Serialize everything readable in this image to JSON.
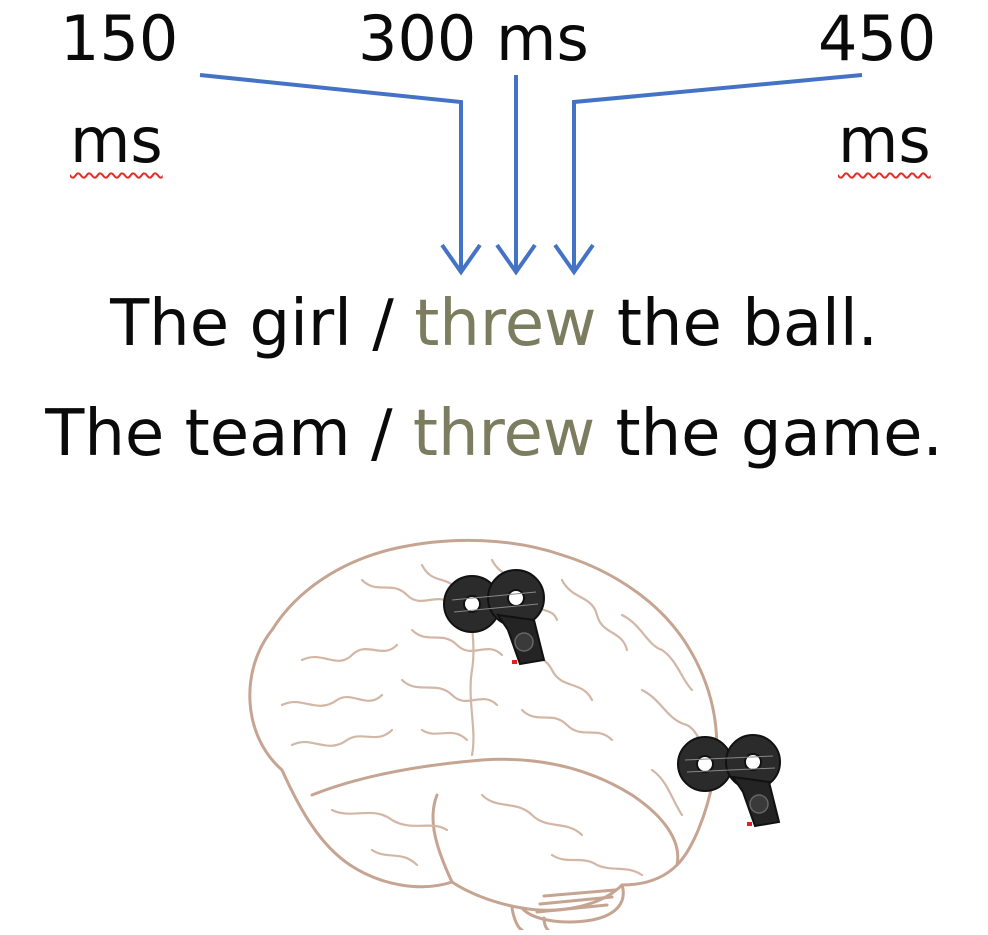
{
  "timings": {
    "t150_num": "150",
    "t150_unit": "ms",
    "t300": "300 ms",
    "t450_num": "450",
    "t450_unit": "ms"
  },
  "sentences": [
    {
      "pre": "The girl / ",
      "verb": "threw",
      "post": " the ball."
    },
    {
      "pre": "The team / ",
      "verb": "threw",
      "post": " the game."
    }
  ],
  "colors": {
    "arrow": "#4472c4",
    "verb": "#7c7c5e",
    "brain_outline": "#c6a492",
    "coil_body": "#2b2b2b"
  },
  "icons": {
    "brain": "brain-illustration",
    "coil": "tms-figure-eight-coil"
  }
}
